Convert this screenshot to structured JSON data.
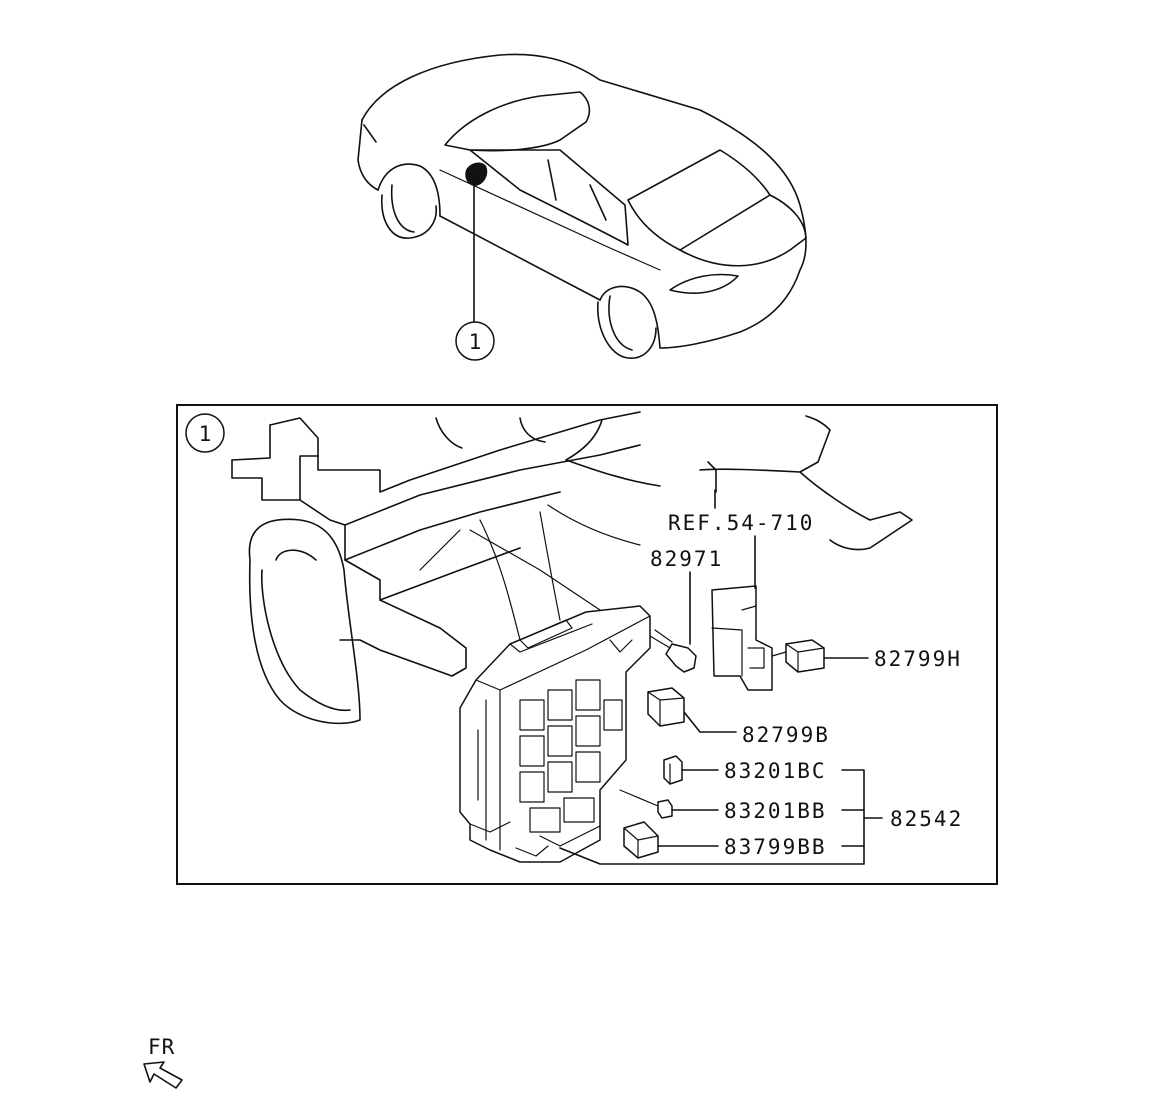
{
  "overview": {
    "callout": "1"
  },
  "detail": {
    "callout": "1",
    "reference": "REF.54-710"
  },
  "parts": {
    "bolt": "82971",
    "relay_h": "82799H",
    "relay_b": "82799B",
    "fuse_bc": "83201BC",
    "fuse_bb": "83201BB",
    "fuse_holder": "83799BB",
    "junction_block": "82542"
  },
  "orientation": {
    "label": "FR"
  }
}
